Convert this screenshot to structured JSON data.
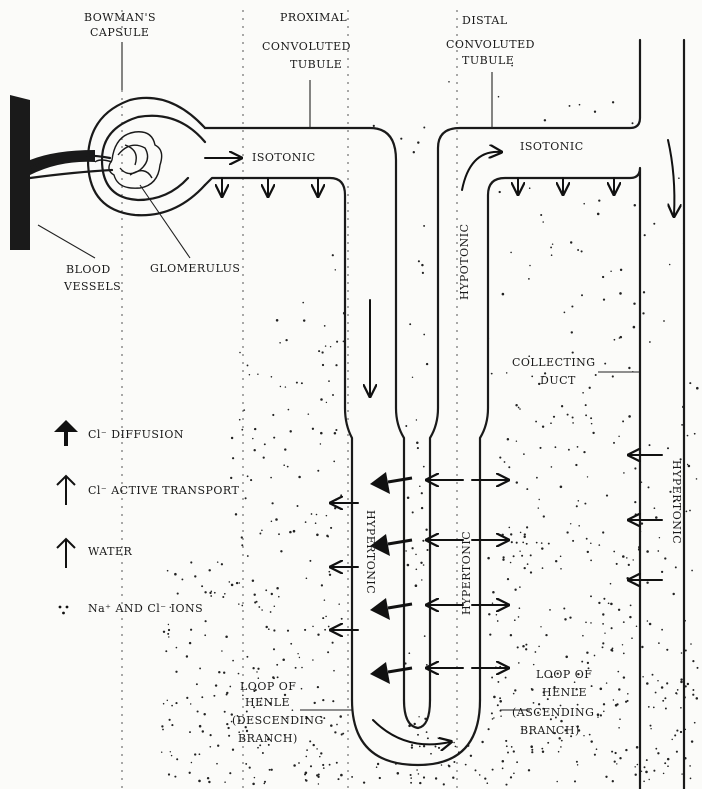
{
  "labels": {
    "bowmans_1": "BOWMAN'S",
    "bowmans_2": "CAPSULE",
    "prox_1": "PROXIMAL",
    "prox_2": "CONVOLUTED",
    "prox_3": "TUBULE",
    "dist_1": "DISTAL",
    "dist_2": "CONVOLUTED",
    "dist_3": "TUBULE",
    "isotonic_left": "ISOTONIC",
    "isotonic_right": "ISOTONIC",
    "hypotonic": "HYPOTONIC",
    "blood_1": "BLOOD",
    "blood_2": "VESSELS",
    "glomerulus": "GLOMERULUS",
    "collecting_1": "COLLECTING",
    "collecting_2": "DUCT",
    "hypertonic_desc": "HYPERTONIC",
    "hypertonic_asc": "HYPERTONIC",
    "hypertonic_duct": "HYPERTONIC",
    "loop_desc_1": "LOOP OF",
    "loop_desc_2": "HENLE",
    "loop_desc_3": "(DESCENDING",
    "loop_desc_4": "BRANCH)",
    "loop_asc_1": "LOOP OF",
    "loop_asc_2": "HENLE",
    "loop_asc_3": "(ASCENDING",
    "loop_asc_4": "BRANCH)"
  },
  "legend": {
    "cl_diffusion": "Cl⁻ DIFFUSION",
    "cl_active": "Cl⁻ ACTIVE TRANSPORT",
    "water": "WATER",
    "ions": "Na⁺ AND Cl⁻ IONS"
  },
  "colors": {
    "ink": "#1a1a1a",
    "paper": "#fbfbf9"
  }
}
